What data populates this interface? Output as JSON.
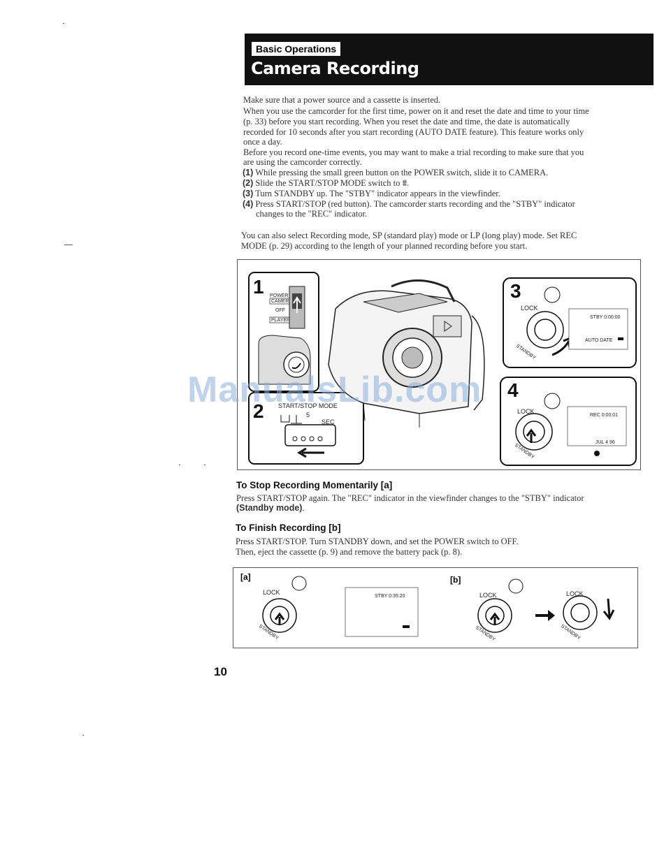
{
  "header": {
    "section": "Basic Operations",
    "title": "Camera Recording"
  },
  "intro": [
    "Make sure that a power source and a cassette is inserted.",
    "When you use the camcorder for the first time, power on it and reset the date and time to your time",
    "(p. 33) before you start recording. When you reset the date and time, the date is automatically",
    "recorded for 10 seconds after you start recording (AUTO DATE feature). This feature works only",
    "once a day.",
    "Before you record one-time events, you may want to make a trial recording to make sure that you",
    "are using the camcorder correctly."
  ],
  "steps": [
    {
      "num": "(1)",
      "text": "While pressing the small green button on the POWER switch, slide it to CAMERA."
    },
    {
      "num": "(2)",
      "text": "Slide the START/STOP MODE switch to",
      "symbol": "⩩",
      "after": "."
    },
    {
      "num": "(3)",
      "text": "Turn STANDBY up. The \"STBY\" indicator appears in the viewfinder."
    },
    {
      "num": "(4)",
      "text": "Press START/STOP (red button). The camcorder starts recording and the \"STBY\" indicator",
      "text2": "changes to the \"REC\" indicator."
    }
  ],
  "mode_note": [
    "You can also select Recording mode, SP (standard play) mode or LP (long play) mode. Set REC",
    "MODE (p. 29) according to the length of your planned recording before you start."
  ],
  "figure1": {
    "panel1": {
      "num": "1",
      "labels": [
        "POWER",
        "CAMERA",
        "OFF",
        "PLAYER"
      ]
    },
    "panel2": {
      "num": "2",
      "mode_label": "START/STOP MODE",
      "five": "5",
      "sec": "SEC"
    },
    "panel3": {
      "num": "3",
      "lock": "LOCK",
      "standby": "STANDBY",
      "display": "STBY 0:00:00",
      "auto_date": "AUTO DATE"
    },
    "panel4": {
      "num": "4",
      "lock": "LOCK",
      "standby": "STANDBY",
      "display": "REC 0:00:01",
      "date": "JUL 4 96"
    }
  },
  "stop_section": {
    "heading": "To Stop Recording Momentarily [a]",
    "line1": "Press START/STOP again. The \"REC\" indicator in the viewfinder changes to the \"STBY\" indicator",
    "line2_bold": "(Standby mode)",
    "line2_end": "."
  },
  "finish_section": {
    "heading": "To Finish Recording [b]",
    "line1": "Press START/STOP. Turn STANDBY down, and set the POWER switch to OFF.",
    "line2": "Then, eject the cassette (p. 9) and remove the battery pack (p. 8)."
  },
  "figure2": {
    "a_label": "[a]",
    "b_label": "[b]",
    "lock": "LOCK",
    "standby": "STANDBY",
    "display": "STBY 0:35:20"
  },
  "page_number": "10",
  "watermark": "ManualsLib.com"
}
